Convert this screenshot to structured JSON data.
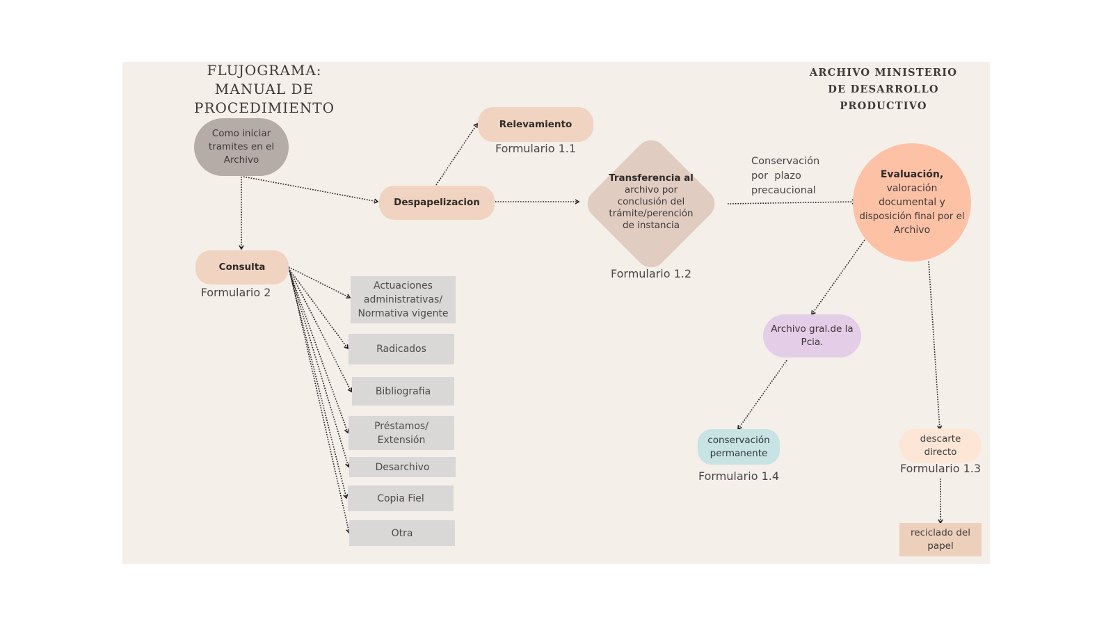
{
  "header": {
    "title_line1": "FLUJOGRAMA:",
    "title_line2": "MANUAL DE PROCEDIMIENTO",
    "org_line1": "ARCHIVO MINISTERIO",
    "org_line2": "DE DESARROLLO PRODUCTIVO"
  },
  "colors": {
    "background": "#f4efe9",
    "start_node": "#b5aca8",
    "peach_node": "#f0d3c0",
    "diamond": "#e0ccc1",
    "evaluation": "#fdc1a6",
    "archive_pcia": "#e4cde6",
    "permanent": "#c7e3e3",
    "discard": "#fde6d6",
    "recycle": "#ecd0bc",
    "gray_box": "#d9d8d7",
    "arrow": "#1a1a1a"
  },
  "nodes": {
    "start": {
      "line1": "Como iniciar",
      "line2": "tramites en el",
      "line3": "Archivo"
    },
    "relevamiento": {
      "label": "Relevamiento",
      "form": "Formulario 1.1"
    },
    "despapelizacion": {
      "label": "Despapelizacion"
    },
    "consulta": {
      "label": "Consulta",
      "form": "Formulario 2"
    },
    "transferencia": {
      "bold": "Transferencia  al",
      "line2": "archivo por",
      "line3": "conclusión del",
      "line4": "trámite/perención",
      "line5": "de instancia",
      "form": "Formulario 1.2"
    },
    "conservacion_precaucional": {
      "line1": "Conservación",
      "line2": "por  plazo",
      "line3": "precaucional"
    },
    "evaluacion": {
      "bold": "Evaluación,",
      "line2": "valoración",
      "line3": "documental y",
      "line4": "disposición final por el",
      "line5": "Archivo"
    },
    "archivo_pcia": {
      "line1": "Archivo gral.de la",
      "line2": "Pcia."
    },
    "conservacion_permanente": {
      "line1": "conservación",
      "line2": "permanente",
      "form": "Formulario 1.4"
    },
    "descarte": {
      "line1": "descarte",
      "line2": "directo",
      "form": "Formulario 1.3"
    },
    "reciclado": {
      "line1": "reciclado del",
      "line2": "papel"
    }
  },
  "consulta_options": [
    {
      "line1": "Actuaciones",
      "line2": "administrativas/",
      "line3": "Normativa vigente"
    },
    {
      "line1": "Radicados"
    },
    {
      "line1": "Bibliografia"
    },
    {
      "line1": "Préstamos/",
      "line2": "Extensión"
    },
    {
      "line1": "Desarchivo"
    },
    {
      "line1": "Copia Fiel"
    },
    {
      "line1": "Otra"
    }
  ]
}
